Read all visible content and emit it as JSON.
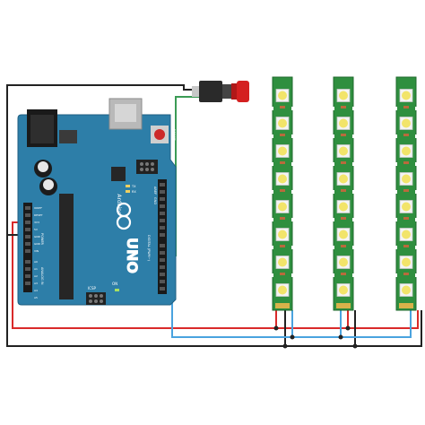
{
  "board": {
    "reset_label": "RESET",
    "model": "UNO",
    "brand": "Arduino",
    "icsp_label": "ICSP",
    "on_label": "ON",
    "tx_label": "TX",
    "rx_label": "RX",
    "aref_label": "AREF",
    "gnd_label": "GND",
    "digital_label": "DIGITAL (PWM~)",
    "power_label": "POWER",
    "analog_label": "ANALOG IN",
    "power_pins": [
      "IOREF",
      "RESET",
      "3V3",
      "5V",
      "GND",
      "GND",
      "VIN"
    ],
    "analog_pins": [
      "A0",
      "A1",
      "A2",
      "A3",
      "A4",
      "A5"
    ]
  },
  "strips": {
    "count": 3,
    "leds_per_strip": 8
  },
  "colors": {
    "board": "#2d7ea8",
    "strip_pcb": "#2f8f3f",
    "led": "#f2e46a",
    "wire_power": "#d92a2a",
    "wire_ground": "#222222",
    "wire_data": "#4aa3df",
    "wire_button": "#3b9b55",
    "button_cap": "#d42020"
  }
}
